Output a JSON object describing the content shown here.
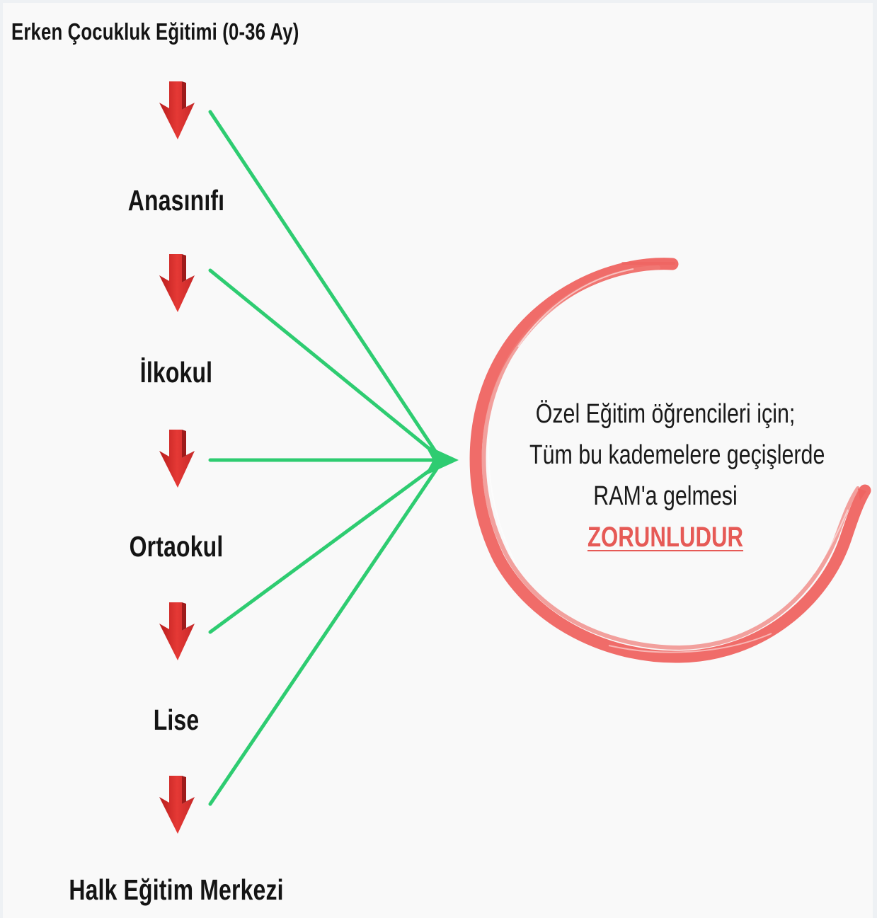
{
  "title": "Erken Çocukluk Eğitimi (0-36 Ay)",
  "stages": [
    "Anasınıfı",
    "İlkokul",
    "Ortaokul",
    "Lise",
    "Halk Eğitim Merkezi"
  ],
  "callout": {
    "line1": "Özel Eğitim öğrencileri için;",
    "line2": "Tüm bu kademelere geçişlerde",
    "line3": "RAM'a gelmesi",
    "emphasis": "ZORUNLUDUR"
  },
  "colors": {
    "background": "#f9f9f9",
    "frame": "#eef1f4",
    "arrow": "#d32f2f",
    "arrow_dark": "#9e1b1b",
    "connector": "#2ecc71",
    "brush_circle": "#ef6461",
    "emphasis_text": "#e65a56"
  },
  "icons": {
    "stage_arrow": "red-down-arrow-icon",
    "connector_head": "green-arrowhead-icon"
  }
}
